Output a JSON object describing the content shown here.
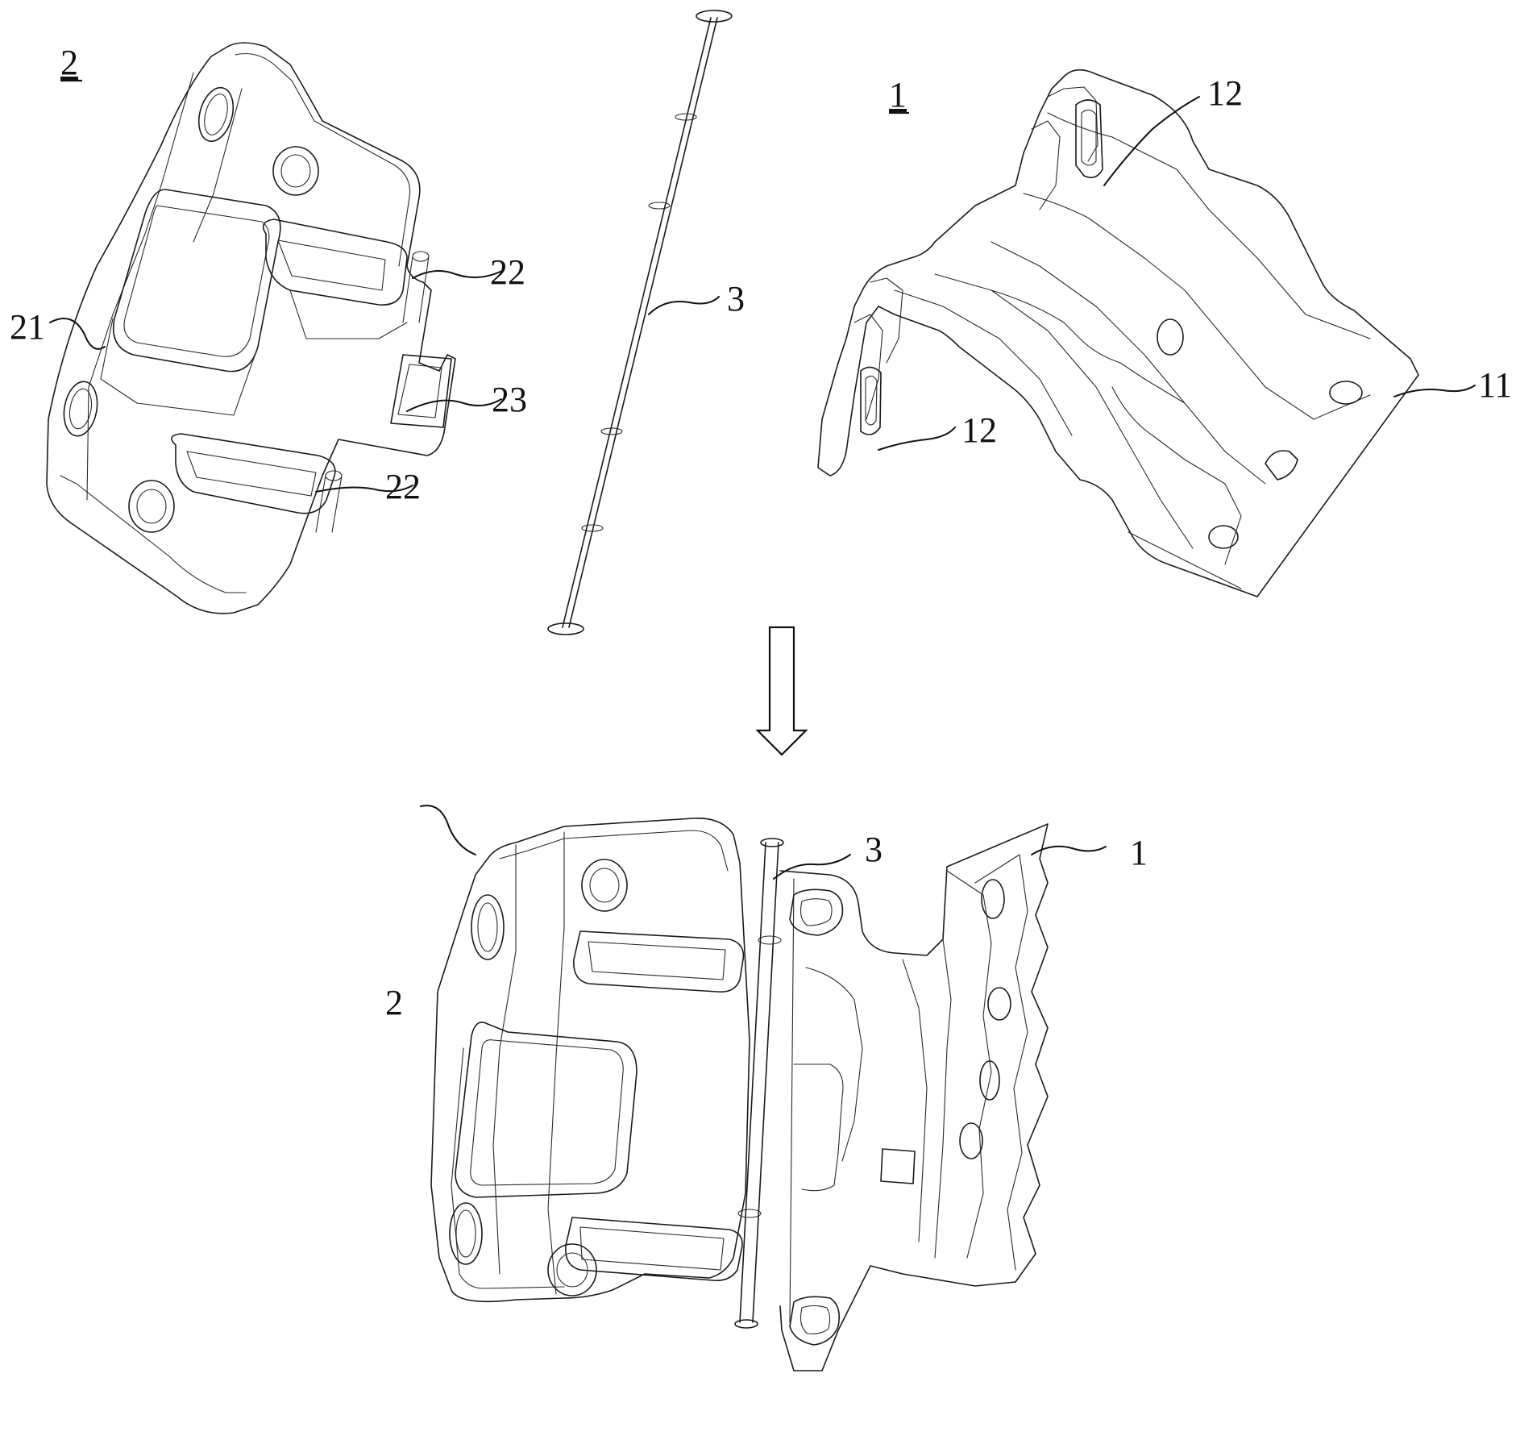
{
  "figure": {
    "top_views": {
      "part_2": {
        "title": "2",
        "labels": {
          "base_plate": "21",
          "knuckle_top": "22",
          "middle_tab": "23",
          "knuckle_bottom": "22"
        }
      },
      "pin": {
        "label": "3"
      },
      "part_1": {
        "title": "1",
        "labels": {
          "knuckle_top": "12",
          "knuckle_bottom": "12",
          "base_plate": "11"
        }
      }
    },
    "assembly": {
      "labels": {
        "part_2": "2",
        "pin": "3",
        "part_1": "1"
      }
    }
  }
}
